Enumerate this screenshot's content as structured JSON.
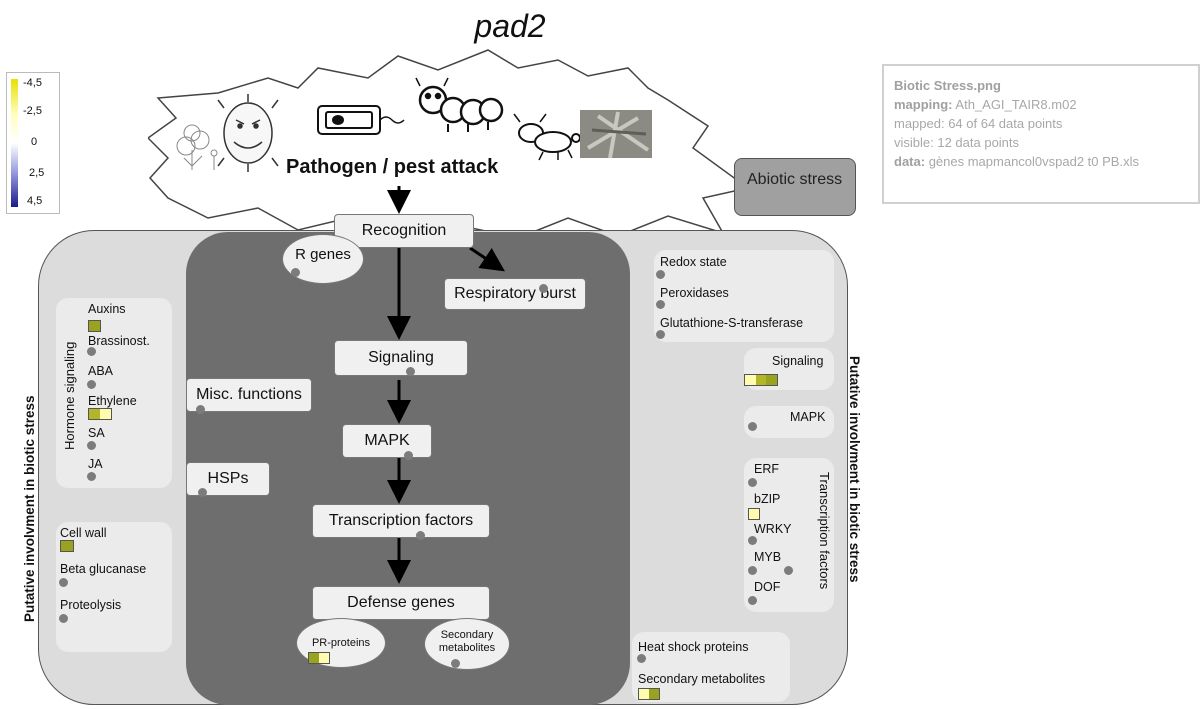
{
  "title": "pad2",
  "legend": {
    "ticks": [
      "-4,5",
      "-2,5",
      "0",
      "2,5",
      "4,5"
    ],
    "low_color": "#1b1b8c",
    "high_color": "#e8e000"
  },
  "info": {
    "file": "Biotic Stress.png",
    "mapping_label": "mapping:",
    "mapping_value": "Ath_AGI_TAIR8.m02",
    "mapped": "mapped: 64 of 64 data points",
    "visible": "visible: 12 data points",
    "data_label": "data:",
    "data_value": "gènes mapmancol0vspad2 t0 PB.xls"
  },
  "header": {
    "attack": "Pathogen / pest attack",
    "abiotic": "Abiotic stress"
  },
  "pathway": {
    "recognition": "Recognition",
    "r_genes": "R genes",
    "respiratory_burst": "Respiratory burst",
    "signaling": "Signaling",
    "mapk": "MAPK",
    "transcription_factors": "Transcription factors",
    "defense_genes": "Defense genes",
    "pr_proteins": "PR-proteins",
    "secondary_metabolites": "Secondary metabolites",
    "misc_functions": "Misc. functions",
    "hsps": "HSPs"
  },
  "hormone": {
    "title": "Hormone signaling",
    "items": [
      "Auxins",
      "Brassinost.",
      "ABA",
      "Ethylene",
      "SA",
      "JA"
    ]
  },
  "cellwall": {
    "items": [
      "Cell wall",
      "Beta glucanase",
      "Proteolysis"
    ]
  },
  "redox": {
    "items": [
      "Redox state",
      "Peroxidases",
      "Glutathione-S-transferase"
    ]
  },
  "right_signaling": "Signaling",
  "right_mapk": "MAPK",
  "tf": {
    "title": "Transcription factors",
    "items": [
      "ERF",
      "bZIP",
      "WRKY",
      "MYB",
      "DOF"
    ]
  },
  "bottom_right": {
    "items": [
      "Heat shock proteins",
      "Secondary metabolites"
    ]
  },
  "side_label": "Putative involvment in biotic stress"
}
